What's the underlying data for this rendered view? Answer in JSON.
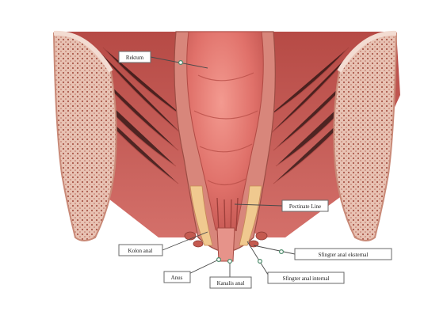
{
  "diagram": {
    "labels": {
      "rectum": "Rektum",
      "pectinate_line": "Pectinate Line",
      "kolon_anal": "Kolon anal",
      "anus": "Anus",
      "kanalis_anal": "Kanalis anal",
      "sfingter_anal_eksternal": "Sfingter anal eksternal",
      "sfingter_anal_internal": "Sfingter anal internal"
    },
    "colors": {
      "mucosa": "#e0776f",
      "muscle": "#c9544c",
      "fat": "#f0c98f",
      "bone": "#efd3c7"
    }
  }
}
